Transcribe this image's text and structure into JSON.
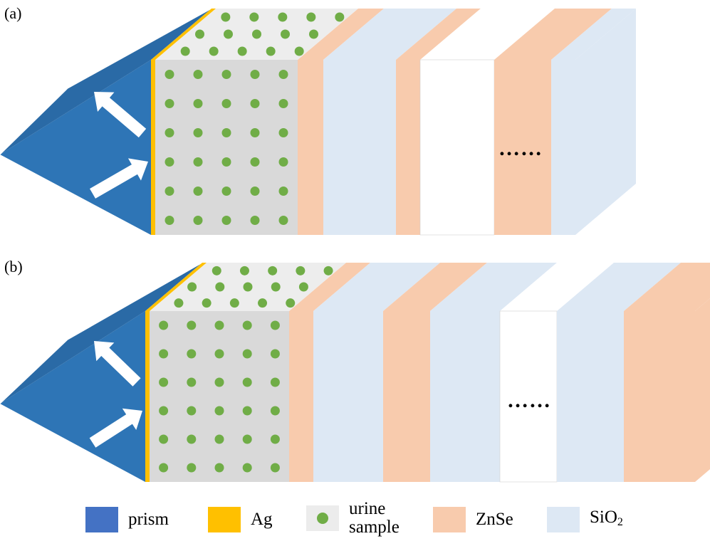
{
  "panels": [
    {
      "label": "(a)",
      "ellipsis": "……",
      "layers": [
        "ZnSe",
        "SiO2",
        "ZnSe",
        "defect",
        "ZnSe",
        "SiO2"
      ]
    },
    {
      "label": "(b)",
      "ellipsis": "……",
      "layers": [
        "ZnSe",
        "SiO2",
        "ZnSe",
        "SiO2",
        "defect",
        "SiO2",
        "ZnSe"
      ]
    }
  ],
  "legend": {
    "prism": {
      "label": "prism",
      "color": "#4472c4",
      "icon": "blue-square-icon"
    },
    "ag": {
      "label": "Ag",
      "color": "#ffc000",
      "icon": "gold-square-icon"
    },
    "urine": {
      "label_line1": "urine",
      "label_line2": "sample",
      "color": "#70ad47",
      "icon": "green-dot-icon"
    },
    "znse": {
      "label": "ZnSe",
      "color": "#f8cbad",
      "icon": "peach-square-icon"
    },
    "sio2": {
      "label_main": "SiO",
      "label_sub": "2",
      "color": "#dde8f4",
      "icon": "lightblue-square-icon"
    }
  },
  "colors": {
    "prism_face": "#2e75b6",
    "ag": "#ffc000",
    "sample_front": "#d9d9d9",
    "sample_top": "#ededed",
    "dot": "#70ad47",
    "znse": "#f8cbad",
    "sio2": "#dde8f4",
    "defect": "#ffffff"
  }
}
